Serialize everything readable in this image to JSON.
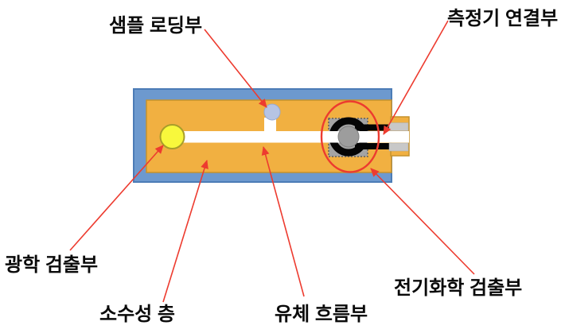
{
  "diagram": {
    "labels": {
      "sample_loading": "샘플 로딩부",
      "meter_connection": "측정기 연결부",
      "optical_detection": "광학 검출부",
      "hydrophobic_layer": "소수성 층",
      "fluid_flow": "유체 흐름부",
      "electrochemical_detection": "전기화학 검출부"
    },
    "colors": {
      "frame_blue": "#6D99CE",
      "frame_blue_border": "#4C7CB6",
      "body_orange": "#F1B041",
      "body_orange_border": "#C6922C",
      "channel_white": "#FFFFFF",
      "optical_yellow": "#F8F83C",
      "optical_yellow_border": "#A89E2A",
      "sample_port_blue": "#B6C4E4",
      "electrode_black": "#050505",
      "electrode_pad_gray": "#A4A4A4",
      "working_electrode_gray": "#9D9D9D",
      "connector_silver": "#C8C8C8",
      "annotation_red": "#ED3B2F",
      "label_text": "#0A0A0A"
    }
  }
}
